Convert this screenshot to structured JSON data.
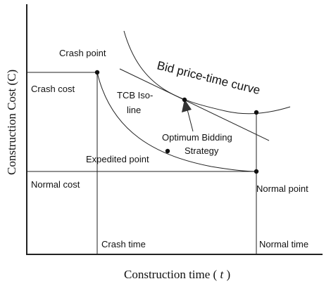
{
  "axes": {
    "y_title": "Construction Cost (C)",
    "x_title_prefix": "Construction time ( ",
    "x_title_var": "t",
    "x_title_suffix": " )"
  },
  "labels": {
    "crash_point": "Crash point",
    "crash_cost": "Crash cost",
    "tcb_line1": "TCB Iso-",
    "tcb_line2": "line",
    "bid_curve": "Bid price-time curve",
    "optimum_line1": "Optimum Bidding",
    "optimum_line2": "Strategy",
    "expedited_point": "Expedited point",
    "normal_cost": "Normal cost",
    "normal_point": "Normal point",
    "crash_time": "Crash time",
    "normal_time": "Normal time"
  }
}
